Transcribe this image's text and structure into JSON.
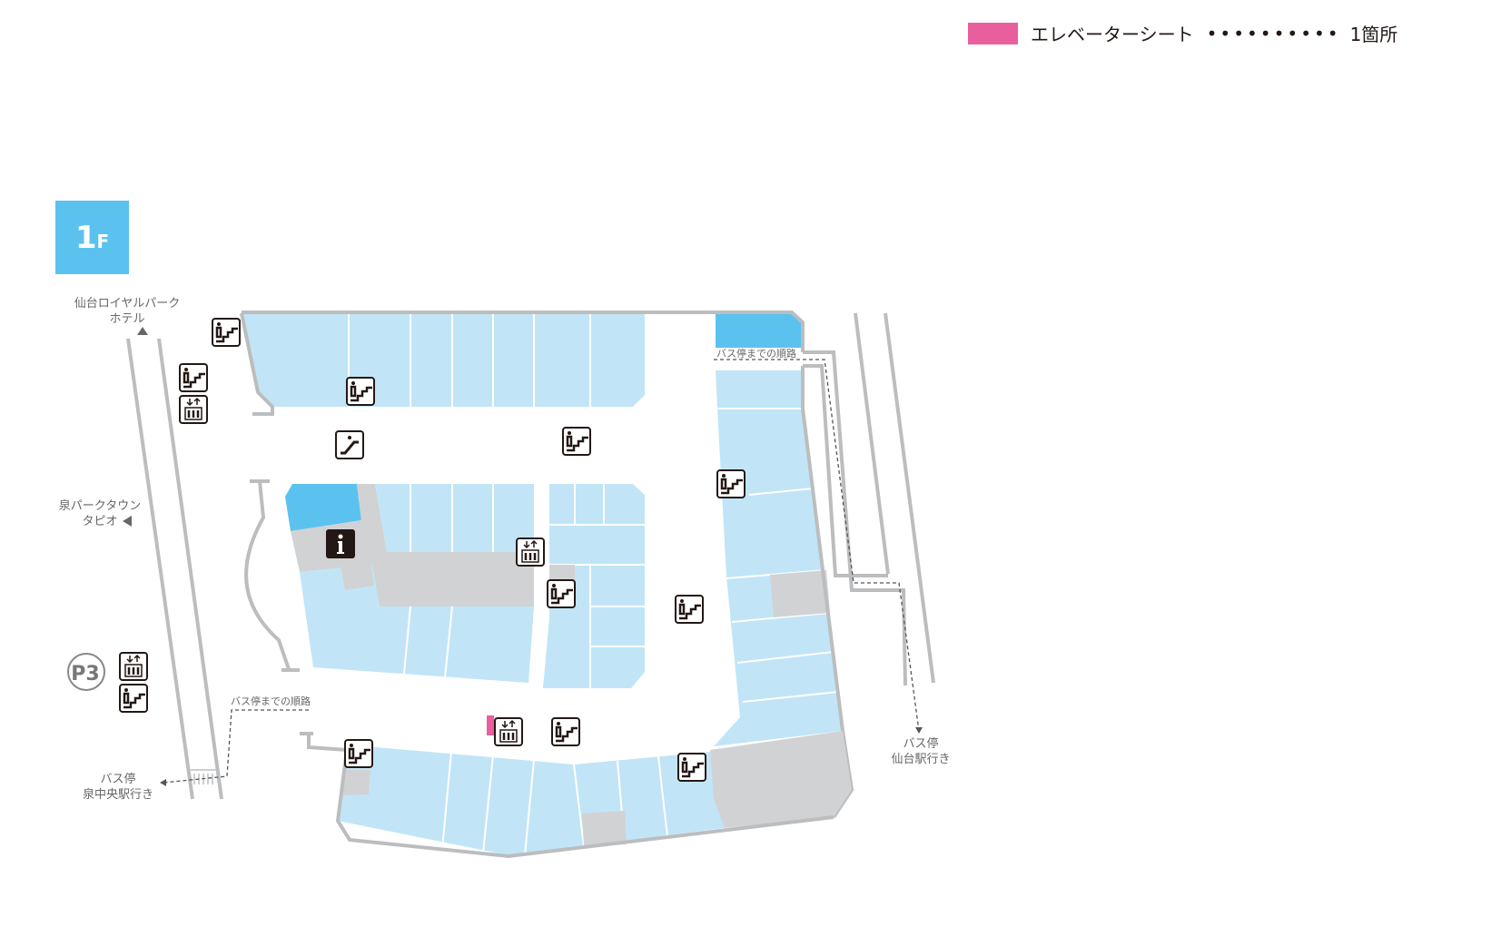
{
  "legend": {
    "label": "エレベーターシート",
    "dots": "••••••••••",
    "count": "1箇所",
    "color": "#e95f9e"
  },
  "floor": {
    "number": "1",
    "suffix": "F",
    "color": "#5bc2ef"
  },
  "labels": {
    "hotel_line1": "仙台ロイヤルパーク",
    "hotel_line2": "ホテル",
    "tapio_line1": "泉パークタウン",
    "tapio_line2": "タピオ",
    "parking": "P3",
    "route_left": "バス停までの順路",
    "route_right": "バス停までの順路",
    "bus_left_line1": "バス停",
    "bus_left_line2": "泉中央駅行き",
    "bus_right_line1": "バス停",
    "bus_right_line2": "仙台駅行き"
  },
  "colors": {
    "shop": "#c1e5f7",
    "highlight": "#5bc2ef",
    "service": "#d1d2d4",
    "wall": "#bcbdbf"
  }
}
